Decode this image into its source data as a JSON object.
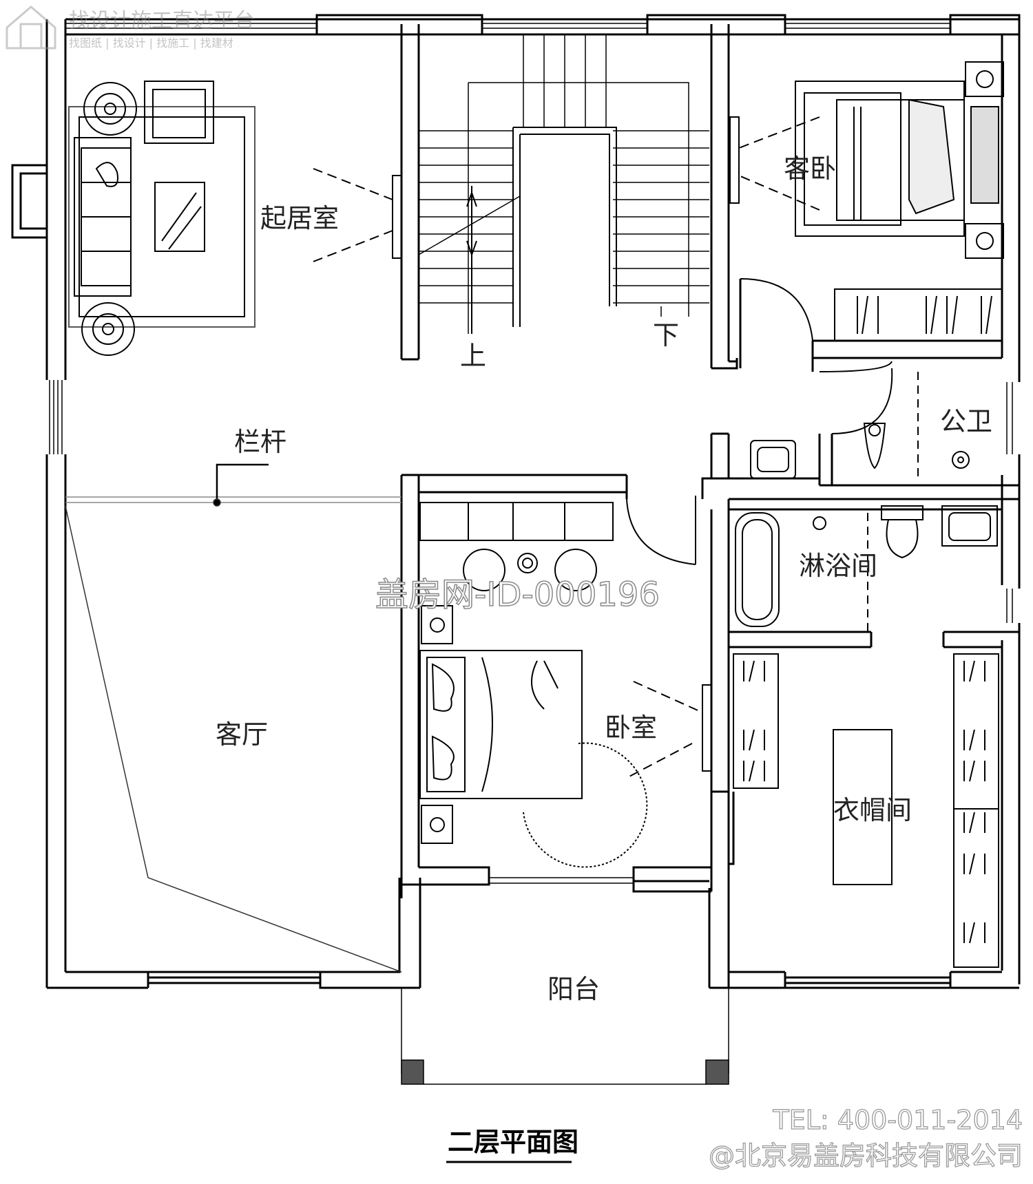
{
  "logo": {
    "name": "找设计施工直达平台",
    "tagline": "找图纸 | 找设计 | 找施工 | 找建材"
  },
  "labels": {
    "living_room_upper": "起居室",
    "guest_bedroom": "客卧",
    "stair_up": "上",
    "stair_down": "下",
    "railing": "栏杆",
    "public_bathroom": "公卫",
    "shower_room": "淋浴间",
    "bedroom": "卧室",
    "living_hall": "客厅",
    "wardrobe_room": "衣帽间",
    "balcony": "阳台"
  },
  "watermark": "盖房网-ID-000196",
  "title": "二层平面图",
  "contact": {
    "tel": "TEL: 400-011-2014",
    "company": "@北京易盖房科技有限公司"
  }
}
